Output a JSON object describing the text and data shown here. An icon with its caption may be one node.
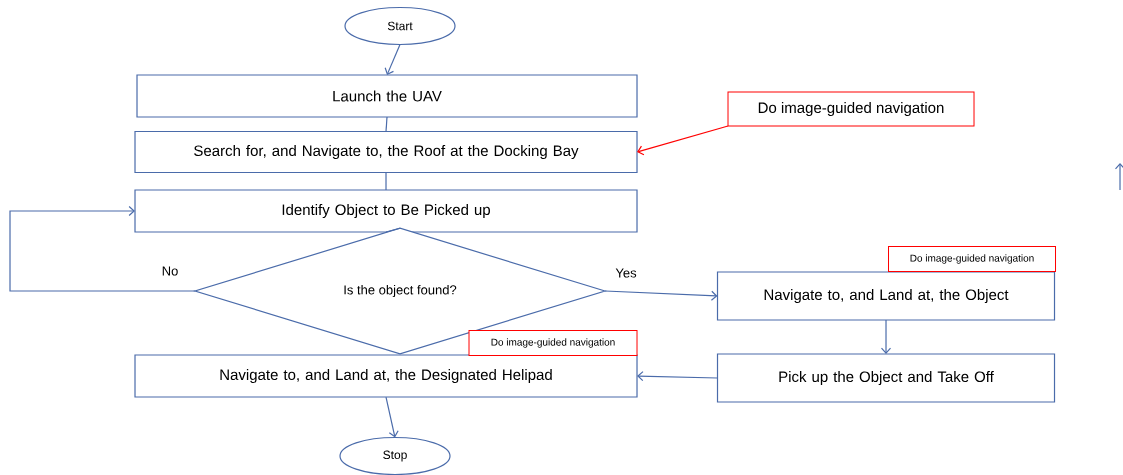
{
  "diagram": {
    "nodes": [
      {
        "text": [
          "Start"
        ]
      },
      {
        "text": [
          "Launch the UAV"
        ]
      },
      {
        "text": [
          "Search for, and Navigate to, the Roof at the Docking Bay"
        ]
      },
      {
        "text": [
          "Identify Object to Be Picked up"
        ]
      },
      {
        "text": [
          "Is the object found?"
        ]
      },
      {
        "text": [
          "Navigate to, and Land at, the Object"
        ]
      },
      {
        "text": [
          "Pick up the Object and Take Off"
        ]
      },
      {
        "text": [
          "Navigate to, and Land at, the Designated Helipad"
        ]
      },
      {
        "text": [
          "Stop"
        ]
      },
      {
        "text": [
          "Do image-guided navigation"
        ]
      },
      {
        "text": [
          "Do image-guided navigation"
        ]
      },
      {
        "text": [
          "Do image-guided navigation"
        ]
      }
    ],
    "edges": [
      {
        "from": 0,
        "to": 1,
        "arrow": "to"
      },
      {
        "from": 1,
        "to": 2,
        "arrow": "none"
      },
      {
        "from": 2,
        "to": 3,
        "arrow": "none"
      },
      {
        "from": 3,
        "to": 4,
        "arrow": "none"
      },
      {
        "from": 4,
        "to": 3,
        "arrow": "to",
        "label": "No"
      },
      {
        "from": 4,
        "to": 5,
        "arrow": "to",
        "label": "Yes"
      },
      {
        "from": 5,
        "to": 6,
        "arrow": "to"
      },
      {
        "from": 6,
        "to": 7,
        "arrow": "to"
      },
      {
        "from": 7,
        "to": 8,
        "arrow": "to"
      },
      {
        "from": 9,
        "to": 2,
        "arrow": "to",
        "color": "#ff0000"
      }
    ]
  }
}
